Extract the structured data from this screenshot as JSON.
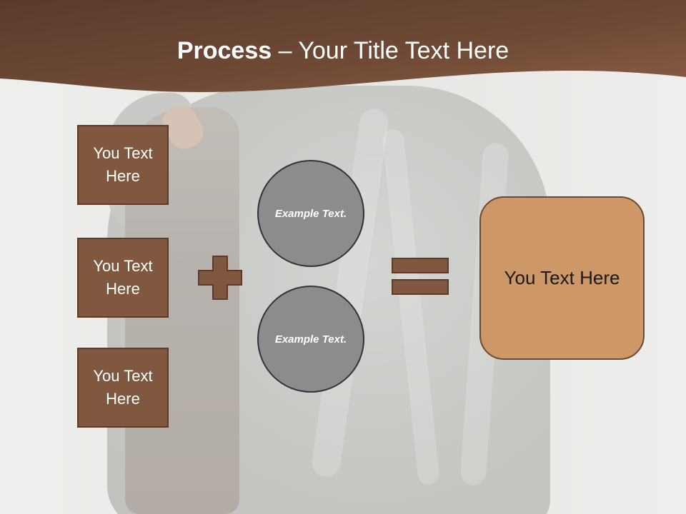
{
  "slide": {
    "title_bold": "Process",
    "title_rest": " – Your Title Text Here",
    "boxes": [
      {
        "label": "You Text Here"
      },
      {
        "label": "You Text Here"
      },
      {
        "label": "You Text Here"
      }
    ],
    "circles": [
      {
        "label": "Example Text."
      },
      {
        "label": "Example Text."
      }
    ],
    "result": {
      "label": "You Text Here"
    }
  },
  "colors": {
    "header_brown": "#6b4533",
    "box_fill": "#80573f",
    "circle_fill": "#8c8c8c",
    "result_fill": "#cd9767",
    "operator_fill": "#80573f"
  },
  "icons": [
    "plus-icon",
    "equals-icon"
  ]
}
